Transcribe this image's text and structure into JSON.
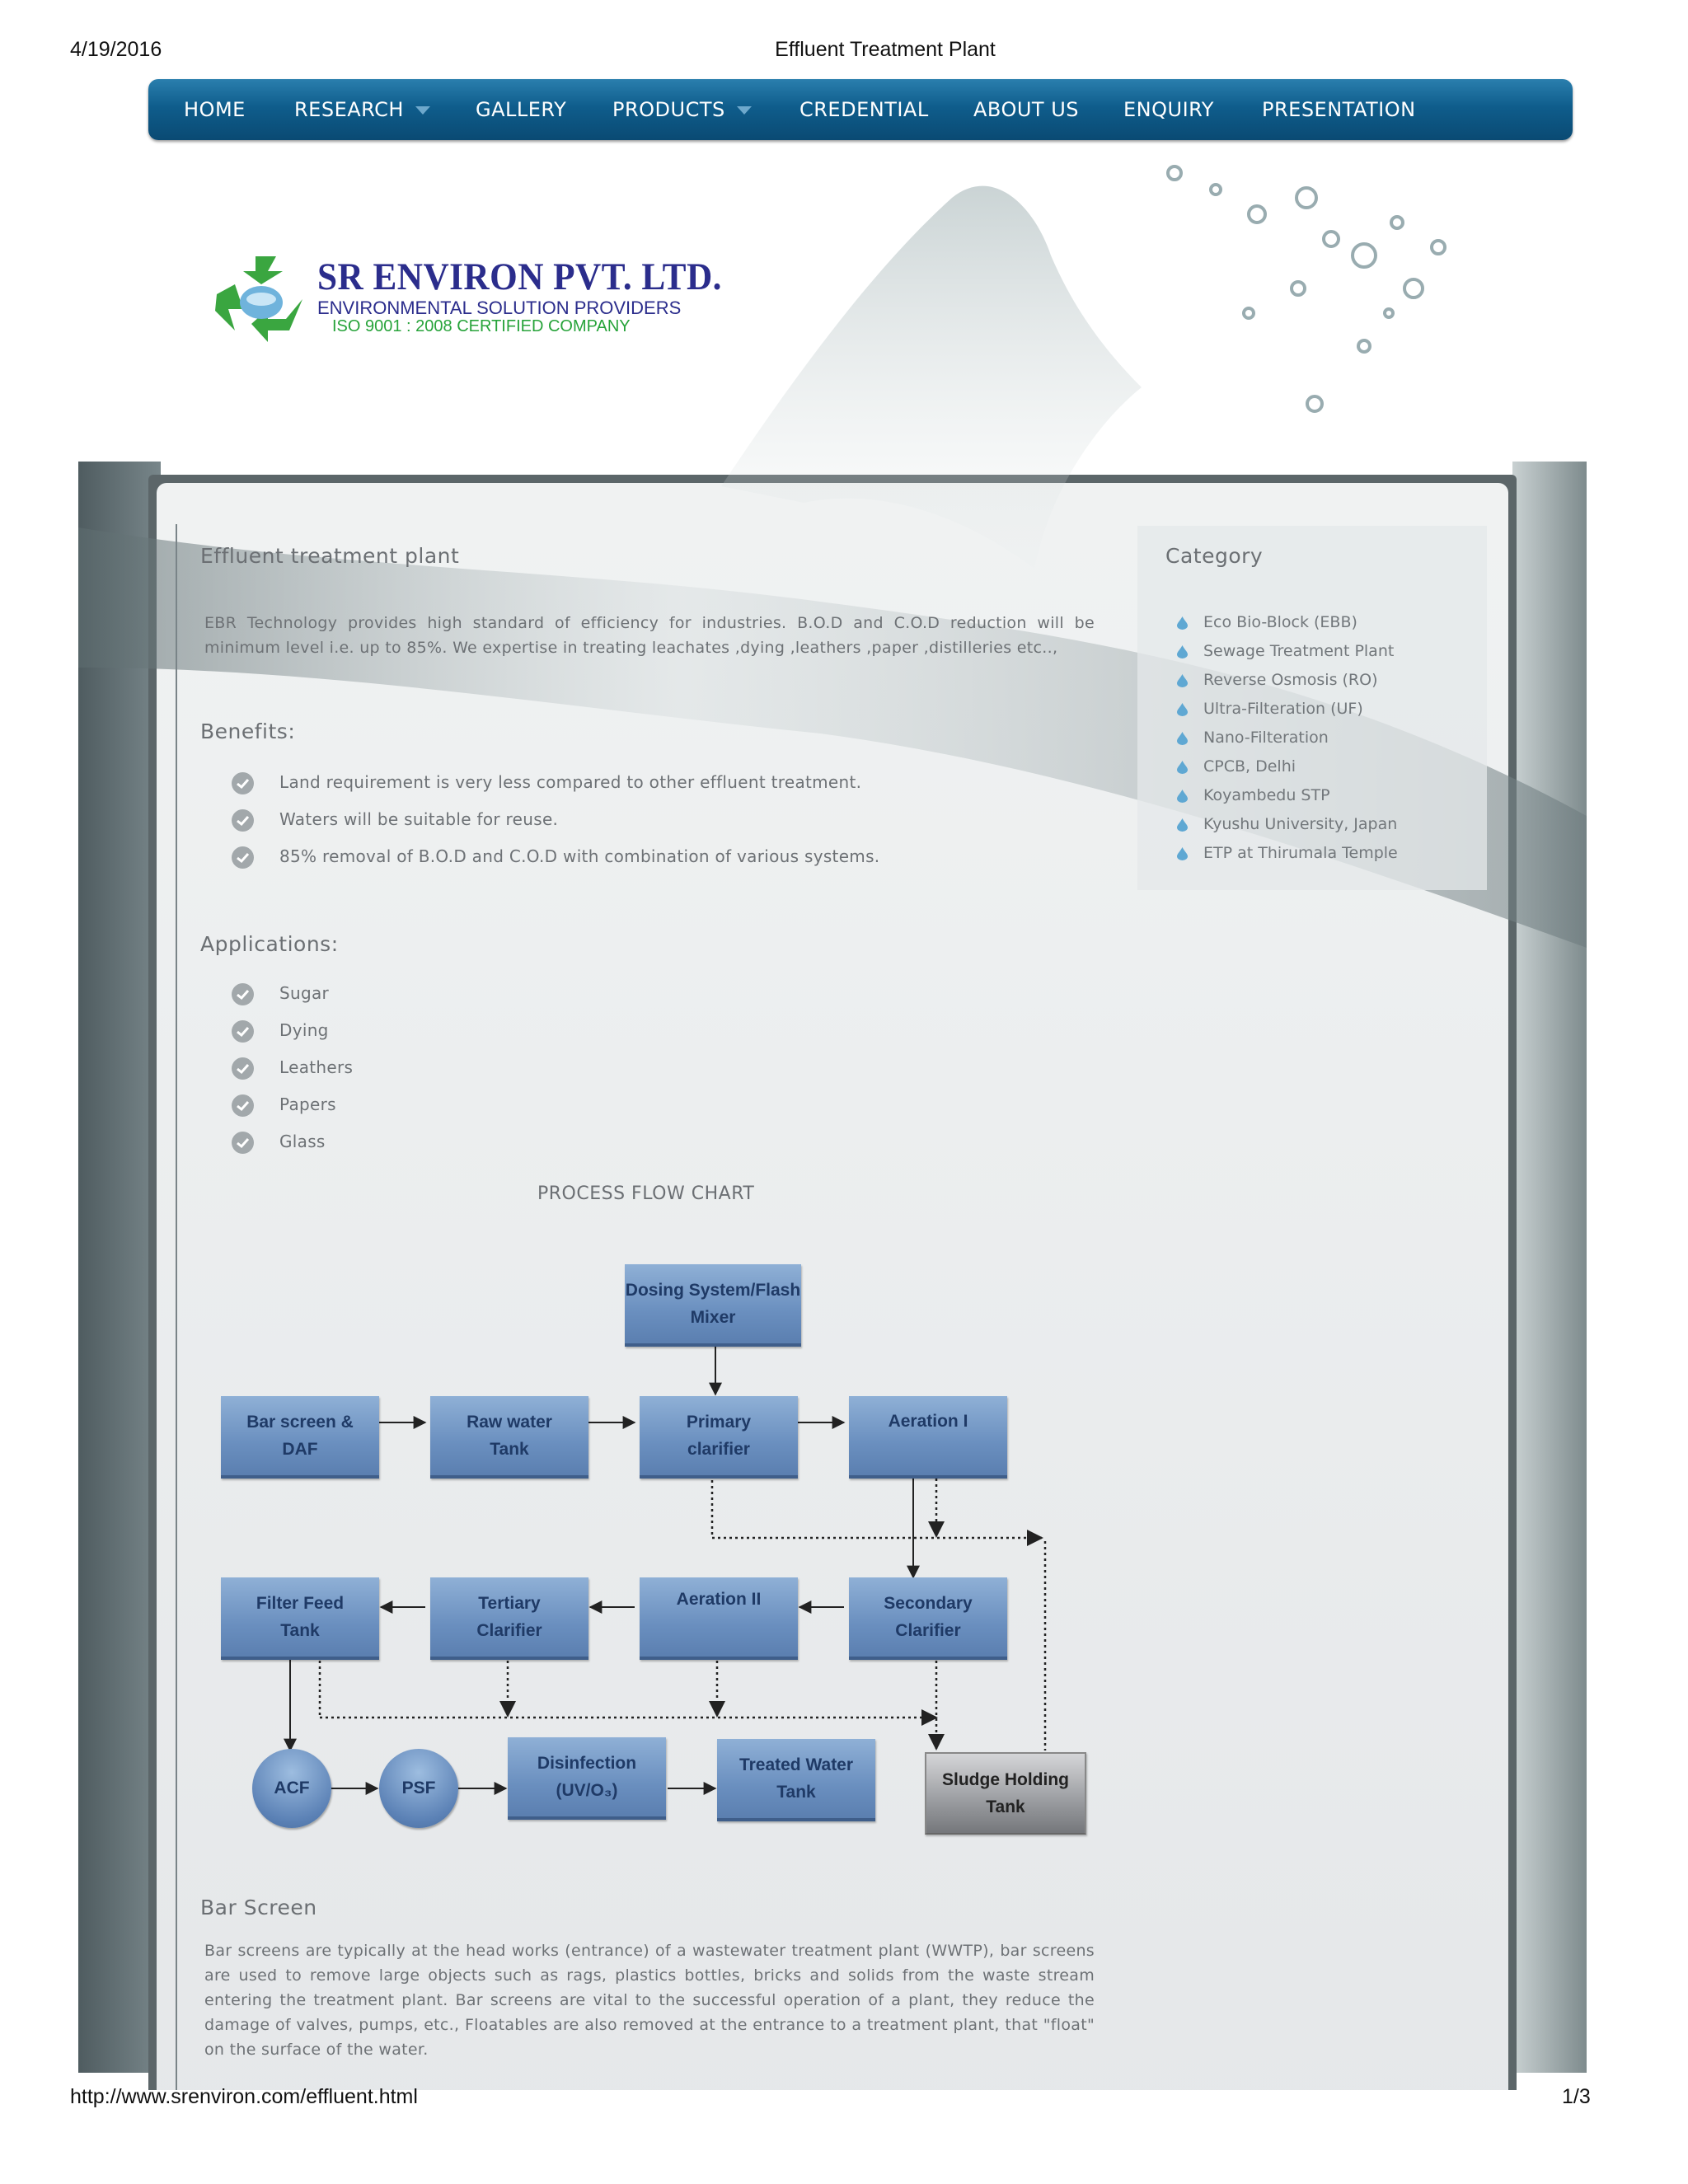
{
  "print_header": {
    "date": "4/19/2016",
    "title": "Effluent Treatment Plant"
  },
  "print_footer": {
    "url": "http://www.srenviron.com/effluent.html",
    "page": "1/3"
  },
  "nav": {
    "items": [
      {
        "label": "HOME"
      },
      {
        "label": "RESEARCH"
      },
      {
        "label": "GALLERY"
      },
      {
        "label": "PRODUCTS"
      },
      {
        "label": "CREDENTIAL"
      },
      {
        "label": "ABOUT US"
      },
      {
        "label": "ENQUIRY"
      },
      {
        "label": "PRESENTATION"
      }
    ]
  },
  "logo": {
    "name": "SR ENVIRON PVT. LTD.",
    "tagline": "ENVIRONMENTAL SOLUTION PROVIDERS",
    "certification": "ISO 9001 : 2008 CERTIFIED COMPANY"
  },
  "main": {
    "title": "Effluent treatment plant",
    "intro": "EBR Technology provides high standard of efficiency for industries. B.O.D and C.O.D reduction will be minimum level i.e. up to 85%. We expertise in treating leachates ,dying ,leathers ,paper ,distilleries etc..,",
    "benefits_heading": "Benefits:",
    "benefits": [
      "Land requirement is very less compared to other effluent treatment.",
      "Waters will be suitable for reuse.",
      "85% removal of B.O.D and C.O.D with combination of various systems."
    ],
    "applications_heading": "Applications:",
    "applications": [
      "Sugar",
      "Dying",
      "Leathers",
      "Papers",
      "Glass"
    ],
    "flow_chart_title": "PROCESS FLOW CHART",
    "bar_screen_heading": "Bar Screen",
    "bar_screen_text": "Bar screens are typically at the head works (entrance) of a wastewater treatment plant (WWTP), bar screens are used to remove large objects such as rags, plastics bottles, bricks and solids from the waste stream entering the treatment plant. Bar screens are vital to the successful operation of a plant, they reduce the damage of valves, pumps, etc., Floatables are also removed at the entrance to a treatment plant, that \"float\" on the surface of the water."
  },
  "flow": {
    "dosing": [
      "Dosing System/Flash",
      "Mixer"
    ],
    "bar_screen": [
      "Bar screen &",
      "DAF"
    ],
    "raw_water": [
      "Raw water",
      "Tank"
    ],
    "primary": [
      "Primary",
      "clarifier"
    ],
    "aeration1": "Aeration I",
    "filter_feed": [
      "Filter Feed",
      "Tank"
    ],
    "tertiary": [
      "Tertiary",
      "Clarifier"
    ],
    "aeration2": "Aeration II",
    "secondary": [
      "Secondary",
      "Clarifier"
    ],
    "acf": "ACF",
    "psf": "PSF",
    "disinfection": [
      "Disinfection",
      "(UV/O₃)"
    ],
    "treated_water": [
      "Treated Water",
      "Tank"
    ],
    "sludge": [
      "Sludge Holding",
      "Tank"
    ]
  },
  "sidebar": {
    "heading": "Category",
    "items": [
      "Eco Bio-Block (EBB)",
      "Sewage Treatment Plant",
      "Reverse Osmosis (RO)",
      "Ultra-Filteration (UF)",
      "Nano-Filteration",
      "CPCB, Delhi",
      "Koyambedu STP",
      "Kyushu University, Japan",
      "ETP at Thirumala Temple"
    ]
  },
  "colors": {
    "nav_bar": "#0f5d8c",
    "flow_box": "#6a8fbf",
    "logo_text": "#2b2d8c",
    "logo_iso": "#27a33a"
  }
}
